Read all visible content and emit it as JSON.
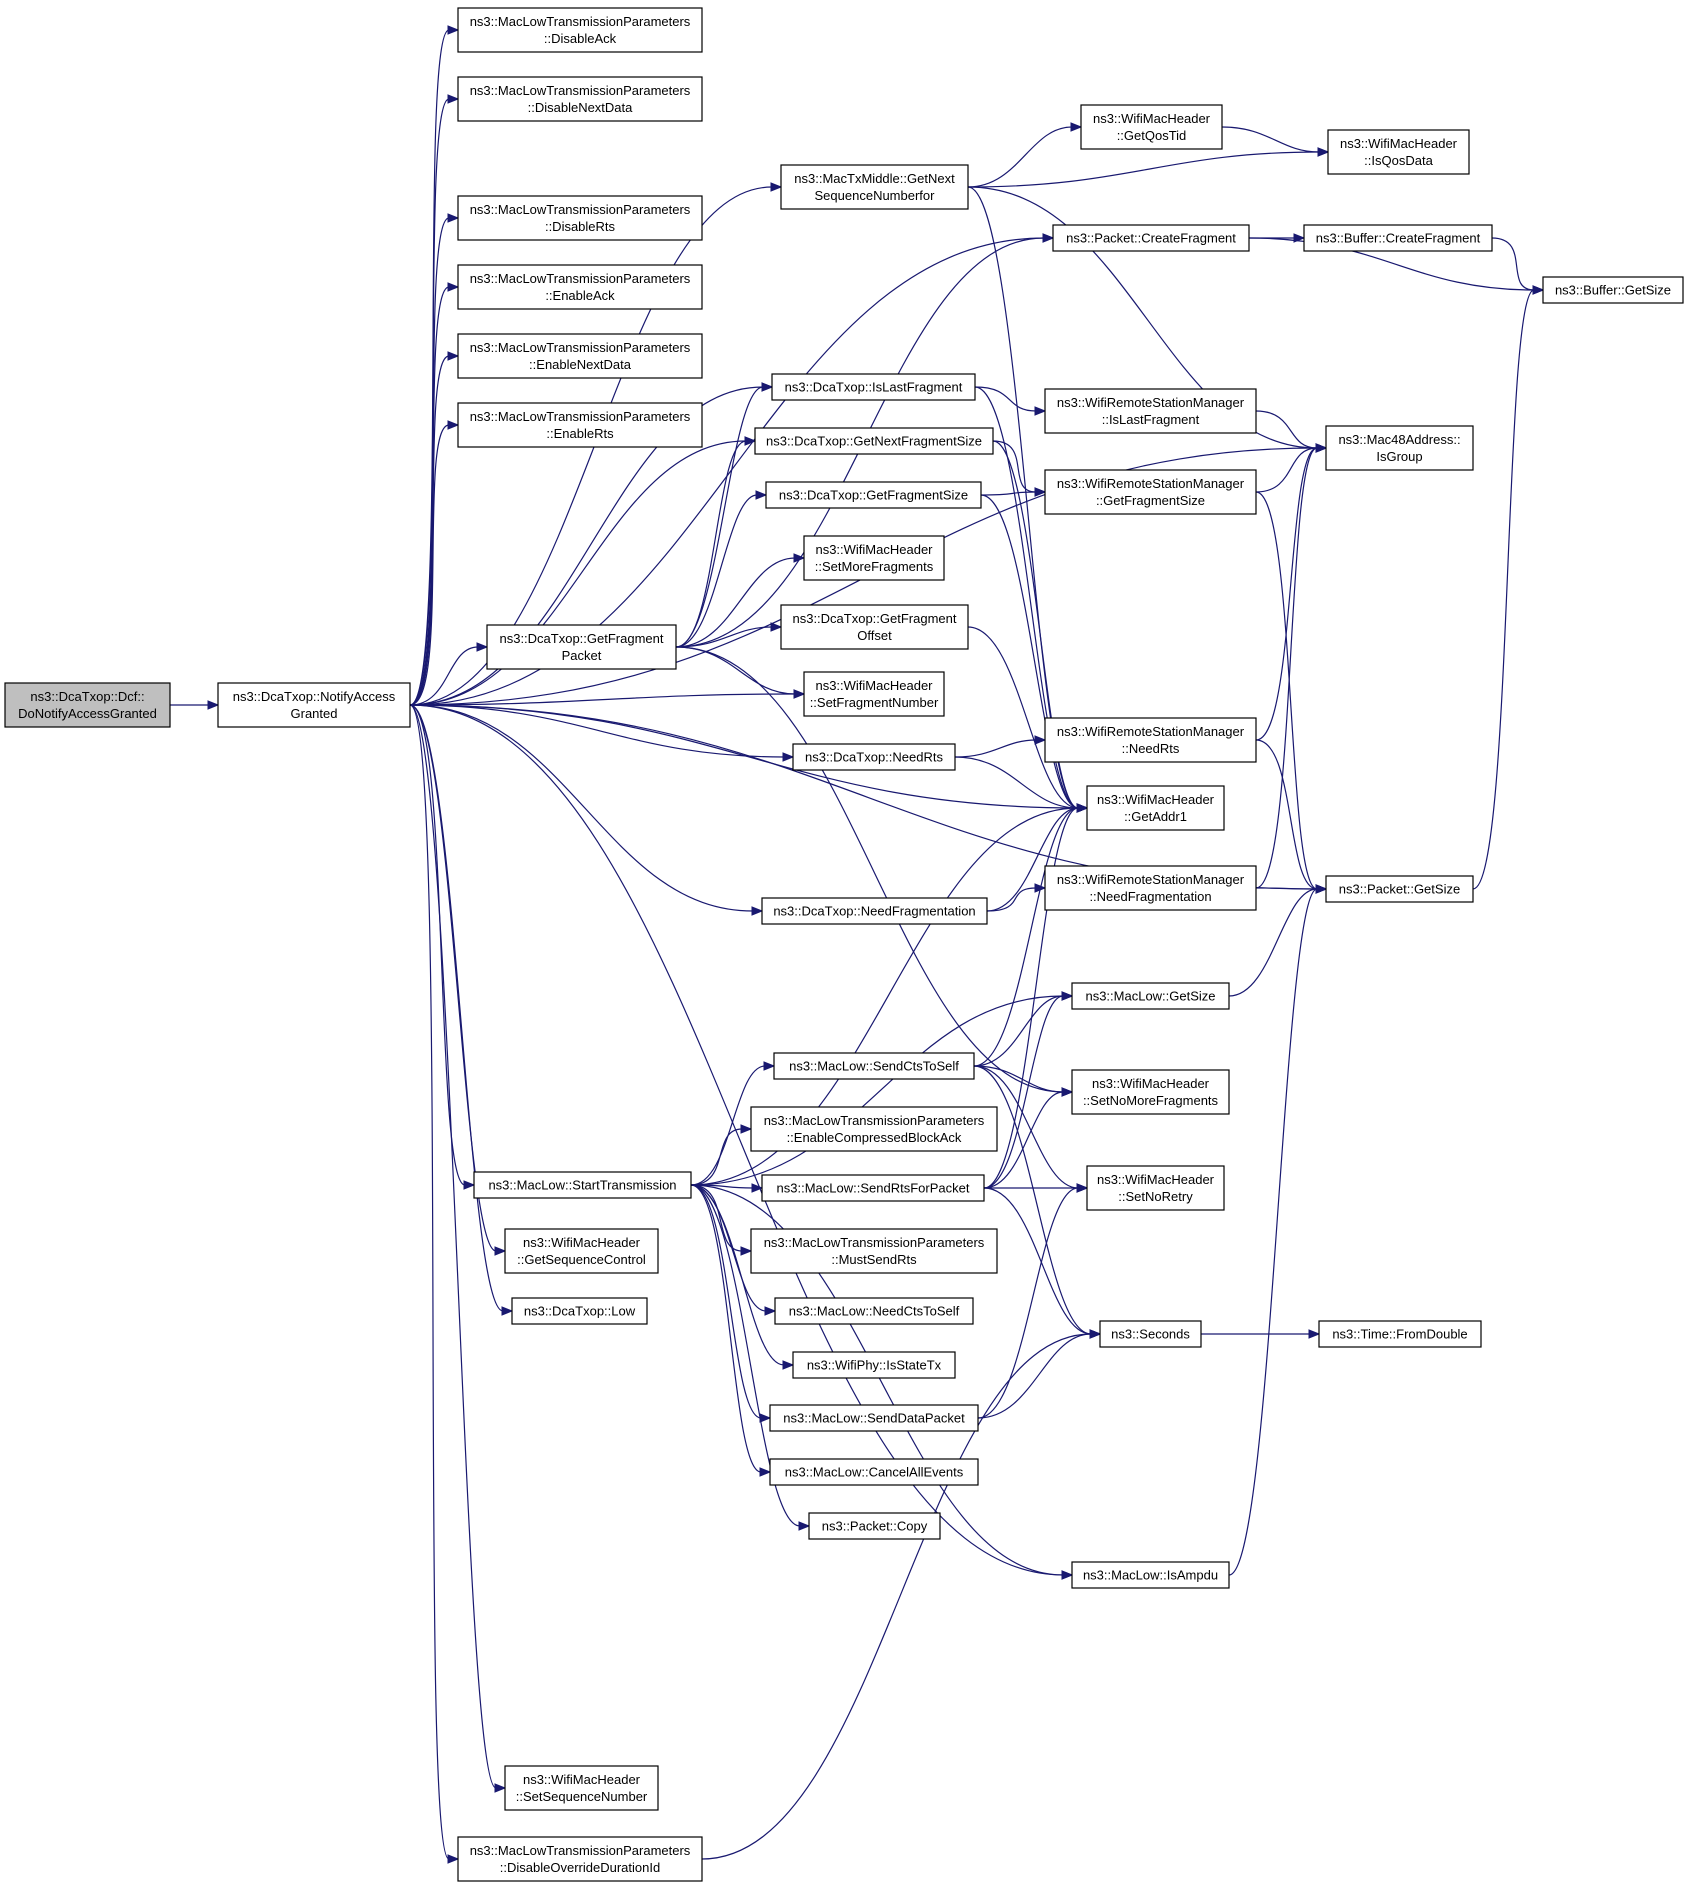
{
  "graph": {
    "title": "",
    "nodes": [
      {
        "id": "root",
        "lines": [
          "ns3::DcaTxop::Dcf::",
          "DoNotifyAccessGranted"
        ],
        "style": "root"
      },
      {
        "id": "nag",
        "lines": [
          "ns3::DcaTxop::NotifyAccess",
          "Granted"
        ],
        "style": "normal"
      },
      {
        "id": "disack",
        "lines": [
          "ns3::MacLowTransmissionParameters",
          "::DisableAck"
        ],
        "style": "normal"
      },
      {
        "id": "disnext",
        "lines": [
          "ns3::MacLowTransmissionParameters",
          "::DisableNextData"
        ],
        "style": "normal"
      },
      {
        "id": "disrts",
        "lines": [
          "ns3::MacLowTransmissionParameters",
          "::DisableRts"
        ],
        "style": "normal"
      },
      {
        "id": "enack",
        "lines": [
          "ns3::MacLowTransmissionParameters",
          "::EnableAck"
        ],
        "style": "normal"
      },
      {
        "id": "ennext",
        "lines": [
          "ns3::MacLowTransmissionParameters",
          "::EnableNextData"
        ],
        "style": "normal"
      },
      {
        "id": "enrts",
        "lines": [
          "ns3::MacLowTransmissionParameters",
          "::EnableRts"
        ],
        "style": "normal"
      },
      {
        "id": "gfp",
        "lines": [
          "ns3::DcaTxop::GetFragment",
          "Packet"
        ],
        "style": "normal"
      },
      {
        "id": "starttx",
        "lines": [
          "ns3::MacLow::StartTransmission"
        ],
        "style": "normal"
      },
      {
        "id": "getseqctl",
        "lines": [
          "ns3::WifiMacHeader",
          "::GetSequenceControl"
        ],
        "style": "normal"
      },
      {
        "id": "low",
        "lines": [
          "ns3::DcaTxop::Low"
        ],
        "style": "normal"
      },
      {
        "id": "setseqnum",
        "lines": [
          "ns3::WifiMacHeader",
          "::SetSequenceNumber"
        ],
        "style": "normal"
      },
      {
        "id": "disoverride",
        "lines": [
          "ns3::MacLowTransmissionParameters",
          "::DisableOverrideDurationId"
        ],
        "style": "normal"
      },
      {
        "id": "txmiddle",
        "lines": [
          "ns3::MacTxMiddle::GetNext",
          "SequenceNumberfor"
        ],
        "style": "normal"
      },
      {
        "id": "islastfrag",
        "lines": [
          "ns3::DcaTxop::IsLastFragment"
        ],
        "style": "normal"
      },
      {
        "id": "getnextfragsize",
        "lines": [
          "ns3::DcaTxop::GetNextFragmentSize"
        ],
        "style": "normal"
      },
      {
        "id": "getfragsize",
        "lines": [
          "ns3::DcaTxop::GetFragmentSize"
        ],
        "style": "normal"
      },
      {
        "id": "setmorefrag",
        "lines": [
          "ns3::WifiMacHeader",
          "::SetMoreFragments"
        ],
        "style": "normal"
      },
      {
        "id": "getfragoffset",
        "lines": [
          "ns3::DcaTxop::GetFragment",
          "Offset"
        ],
        "style": "red"
      },
      {
        "id": "setfragnum",
        "lines": [
          "ns3::WifiMacHeader",
          "::SetFragmentNumber"
        ],
        "style": "normal"
      },
      {
        "id": "needrts",
        "lines": [
          "ns3::DcaTxop::NeedRts"
        ],
        "style": "normal"
      },
      {
        "id": "needfrag",
        "lines": [
          "ns3::DcaTxop::NeedFragmentation"
        ],
        "style": "normal"
      },
      {
        "id": "sendcts",
        "lines": [
          "ns3::MacLow::SendCtsToSelf"
        ],
        "style": "red"
      },
      {
        "id": "encompressed",
        "lines": [
          "ns3::MacLowTransmissionParameters",
          "::EnableCompressedBlockAck"
        ],
        "style": "normal"
      },
      {
        "id": "sendrts",
        "lines": [
          "ns3::MacLow::SendRtsForPacket"
        ],
        "style": "red"
      },
      {
        "id": "mustsendrts",
        "lines": [
          "ns3::MacLowTransmissionParameters",
          "::MustSendRts"
        ],
        "style": "normal"
      },
      {
        "id": "needcts",
        "lines": [
          "ns3::MacLow::NeedCtsToSelf"
        ],
        "style": "red"
      },
      {
        "id": "isstatetx",
        "lines": [
          "ns3::WifiPhy::IsStateTx"
        ],
        "style": "normal"
      },
      {
        "id": "senddata",
        "lines": [
          "ns3::MacLow::SendDataPacket"
        ],
        "style": "red"
      },
      {
        "id": "cancelall",
        "lines": [
          "ns3::MacLow::CancelAllEvents"
        ],
        "style": "red"
      },
      {
        "id": "pcopy",
        "lines": [
          "ns3::Packet::Copy"
        ],
        "style": "normal"
      },
      {
        "id": "getqostid",
        "lines": [
          "ns3::WifiMacHeader",
          "::GetQosTid"
        ],
        "style": "normal"
      },
      {
        "id": "pcreatefrag",
        "lines": [
          "ns3::Packet::CreateFragment"
        ],
        "style": "red"
      },
      {
        "id": "wrsmislast",
        "lines": [
          "ns3::WifiRemoteStationManager",
          "::IsLastFragment"
        ],
        "style": "red"
      },
      {
        "id": "wrsmfragsize",
        "lines": [
          "ns3::WifiRemoteStationManager",
          "::GetFragmentSize"
        ],
        "style": "red"
      },
      {
        "id": "wrsmneedrts",
        "lines": [
          "ns3::WifiRemoteStationManager",
          "::NeedRts"
        ],
        "style": "red"
      },
      {
        "id": "getaddr1",
        "lines": [
          "ns3::WifiMacHeader",
          "::GetAddr1"
        ],
        "style": "normal"
      },
      {
        "id": "wrsmneedfrag",
        "lines": [
          "ns3::WifiRemoteStationManager",
          "::NeedFragmentation"
        ],
        "style": "red"
      },
      {
        "id": "mlgetsize",
        "lines": [
          "ns3::MacLow::GetSize"
        ],
        "style": "red"
      },
      {
        "id": "setnomorefrag",
        "lines": [
          "ns3::WifiMacHeader",
          "::SetNoMoreFragments"
        ],
        "style": "normal"
      },
      {
        "id": "setnoretry",
        "lines": [
          "ns3::WifiMacHeader",
          "::SetNoRetry"
        ],
        "style": "normal"
      },
      {
        "id": "seconds",
        "lines": [
          "ns3::Seconds"
        ],
        "style": "normal"
      },
      {
        "id": "isampdu",
        "lines": [
          "ns3::MacLow::IsAmpdu"
        ],
        "style": "red"
      },
      {
        "id": "isqosdata",
        "lines": [
          "ns3::WifiMacHeader",
          "::IsQosData"
        ],
        "style": "normal"
      },
      {
        "id": "bcreatefrag",
        "lines": [
          "ns3::Buffer::CreateFragment"
        ],
        "style": "red"
      },
      {
        "id": "bgetsize",
        "lines": [
          "ns3::Buffer::GetSize"
        ],
        "style": "normal"
      },
      {
        "id": "isgroup",
        "lines": [
          "ns3::Mac48Address::",
          "IsGroup"
        ],
        "style": "normal"
      },
      {
        "id": "pgetsize",
        "lines": [
          "ns3::Packet::GetSize"
        ],
        "style": "normal"
      },
      {
        "id": "fromdouble",
        "lines": [
          "ns3::Time::FromDouble"
        ],
        "style": "red"
      }
    ],
    "edges": [
      [
        "root",
        "nag"
      ],
      [
        "nag",
        "disack"
      ],
      [
        "nag",
        "disnext"
      ],
      [
        "nag",
        "disrts"
      ],
      [
        "nag",
        "enack"
      ],
      [
        "nag",
        "ennext"
      ],
      [
        "nag",
        "enrts"
      ],
      [
        "nag",
        "txmiddle"
      ],
      [
        "nag",
        "islastfrag"
      ],
      [
        "nag",
        "getnextfragsize"
      ],
      [
        "nag",
        "gfp"
      ],
      [
        "nag",
        "setfragnum"
      ],
      [
        "nag",
        "needrts"
      ],
      [
        "nag",
        "getaddr1"
      ],
      [
        "nag",
        "needfrag"
      ],
      [
        "nag",
        "starttx"
      ],
      [
        "nag",
        "getseqctl"
      ],
      [
        "nag",
        "low"
      ],
      [
        "nag",
        "setseqnum"
      ],
      [
        "nag",
        "disoverride"
      ],
      [
        "nag",
        "isgroup"
      ],
      [
        "nag",
        "pcreatefrag"
      ],
      [
        "nag",
        "pgetsize"
      ],
      [
        "nag",
        "isampdu"
      ],
      [
        "gfp",
        "islastfrag"
      ],
      [
        "gfp",
        "getnextfragsize"
      ],
      [
        "gfp",
        "getfragsize"
      ],
      [
        "gfp",
        "setmorefrag"
      ],
      [
        "gfp",
        "getfragoffset"
      ],
      [
        "gfp",
        "setfragnum"
      ],
      [
        "gfp",
        "pcreatefrag"
      ],
      [
        "gfp",
        "setnomorefrag"
      ],
      [
        "txmiddle",
        "getqostid"
      ],
      [
        "txmiddle",
        "isqosdata"
      ],
      [
        "txmiddle",
        "isgroup"
      ],
      [
        "txmiddle",
        "getaddr1"
      ],
      [
        "getqostid",
        "isqosdata"
      ],
      [
        "pcreatefrag",
        "bcreatefrag"
      ],
      [
        "pcreatefrag",
        "bgetsize"
      ],
      [
        "bcreatefrag",
        "bgetsize"
      ],
      [
        "islastfrag",
        "wrsmislast"
      ],
      [
        "islastfrag",
        "getaddr1"
      ],
      [
        "getnextfragsize",
        "wrsmfragsize"
      ],
      [
        "getnextfragsize",
        "getaddr1"
      ],
      [
        "getfragsize",
        "wrsmfragsize"
      ],
      [
        "getfragsize",
        "getaddr1"
      ],
      [
        "getfragoffset",
        "getaddr1"
      ],
      [
        "needrts",
        "wrsmneedrts"
      ],
      [
        "needrts",
        "getaddr1"
      ],
      [
        "needfrag",
        "wrsmneedfrag"
      ],
      [
        "needfrag",
        "getaddr1"
      ],
      [
        "wrsmislast",
        "isgroup"
      ],
      [
        "wrsmfragsize",
        "isgroup"
      ],
      [
        "wrsmfragsize",
        "pgetsize"
      ],
      [
        "wrsmneedrts",
        "isgroup"
      ],
      [
        "wrsmneedrts",
        "pgetsize"
      ],
      [
        "wrsmneedfrag",
        "isgroup"
      ],
      [
        "wrsmneedfrag",
        "pgetsize"
      ],
      [
        "pgetsize",
        "bgetsize"
      ],
      [
        "mlgetsize",
        "pgetsize"
      ],
      [
        "starttx",
        "getaddr1"
      ],
      [
        "starttx",
        "mlgetsize"
      ],
      [
        "starttx",
        "sendcts"
      ],
      [
        "starttx",
        "encompressed"
      ],
      [
        "starttx",
        "sendrts"
      ],
      [
        "starttx",
        "mustsendrts"
      ],
      [
        "starttx",
        "needcts"
      ],
      [
        "starttx",
        "isstatetx"
      ],
      [
        "starttx",
        "senddata"
      ],
      [
        "starttx",
        "cancelall"
      ],
      [
        "starttx",
        "pcopy"
      ],
      [
        "starttx",
        "isampdu"
      ],
      [
        "sendcts",
        "getaddr1"
      ],
      [
        "sendcts",
        "mlgetsize"
      ],
      [
        "sendcts",
        "setnomorefrag"
      ],
      [
        "sendcts",
        "setnoretry"
      ],
      [
        "sendcts",
        "seconds"
      ],
      [
        "sendrts",
        "getaddr1"
      ],
      [
        "sendrts",
        "mlgetsize"
      ],
      [
        "sendrts",
        "setnomorefrag"
      ],
      [
        "sendrts",
        "setnoretry"
      ],
      [
        "sendrts",
        "seconds"
      ],
      [
        "senddata",
        "seconds"
      ],
      [
        "senddata",
        "setnoretry"
      ],
      [
        "seconds",
        "fromdouble"
      ],
      [
        "isampdu",
        "pgetsize"
      ],
      [
        "disoverride",
        "seconds"
      ]
    ]
  }
}
